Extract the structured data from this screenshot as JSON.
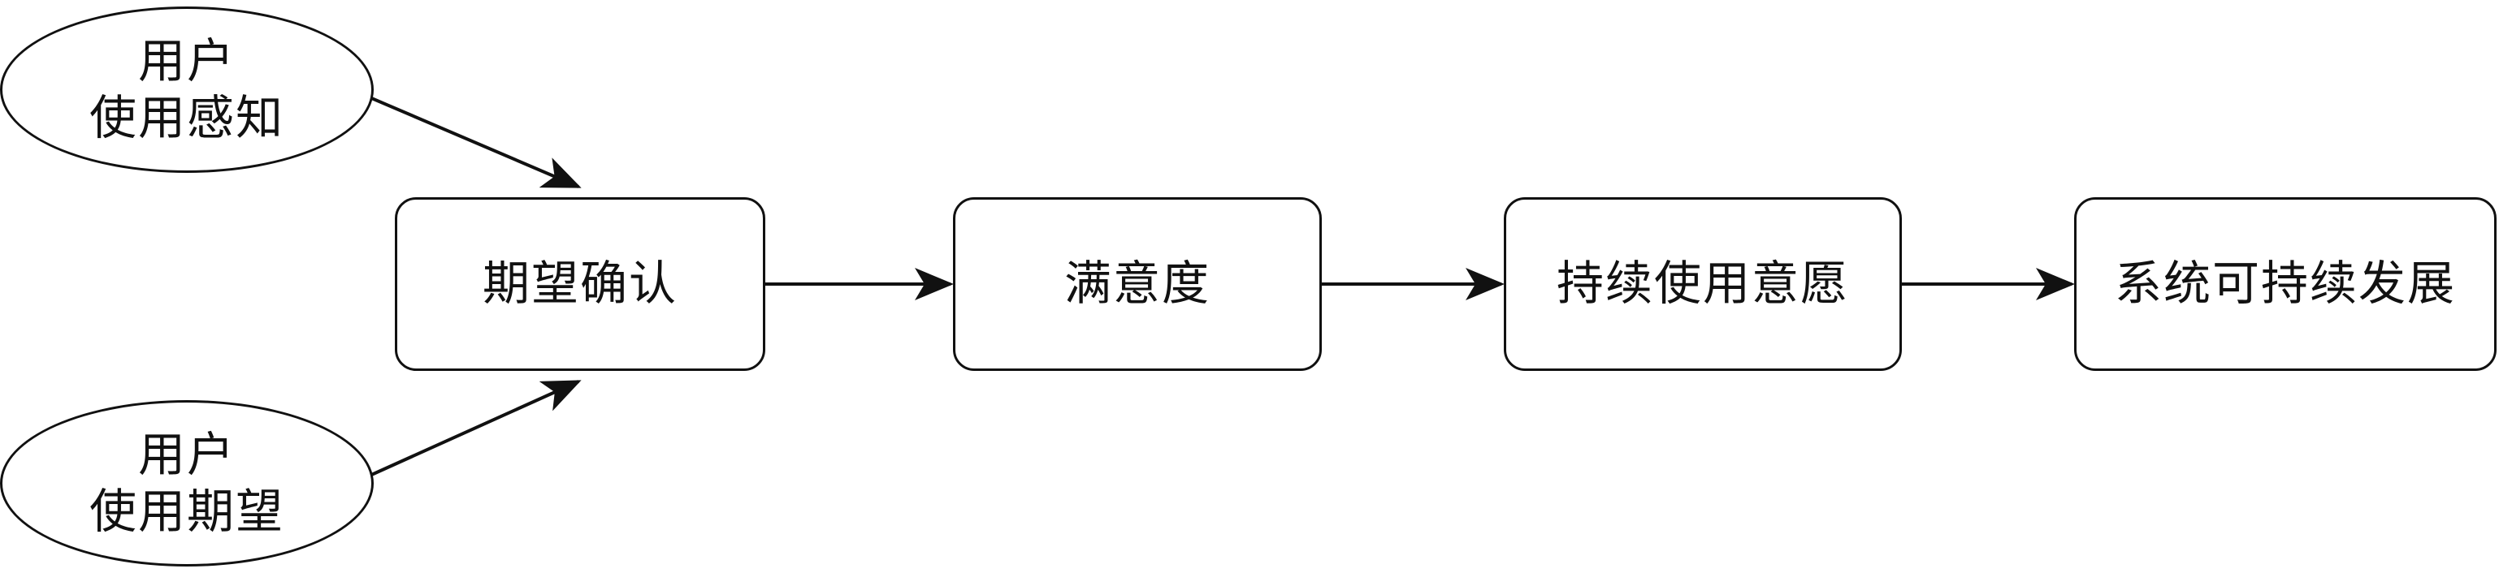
{
  "diagram": {
    "nodes": {
      "perception": {
        "line1": "用户",
        "line2": "使用感知"
      },
      "expectation": {
        "line1": "用户",
        "line2": "使用期望"
      },
      "confirmation": {
        "label": "期望确认"
      },
      "satisfaction": {
        "label": "满意度"
      },
      "intention": {
        "label": "持续使用意愿"
      },
      "development": {
        "label": "系统可持续发展"
      }
    },
    "edges": [
      {
        "from": "perception",
        "to": "confirmation"
      },
      {
        "from": "expectation",
        "to": "confirmation"
      },
      {
        "from": "confirmation",
        "to": "satisfaction"
      },
      {
        "from": "satisfaction",
        "to": "intention"
      },
      {
        "from": "intention",
        "to": "development"
      }
    ],
    "colors": {
      "stroke": "#111111",
      "fill": "#ffffff"
    }
  }
}
